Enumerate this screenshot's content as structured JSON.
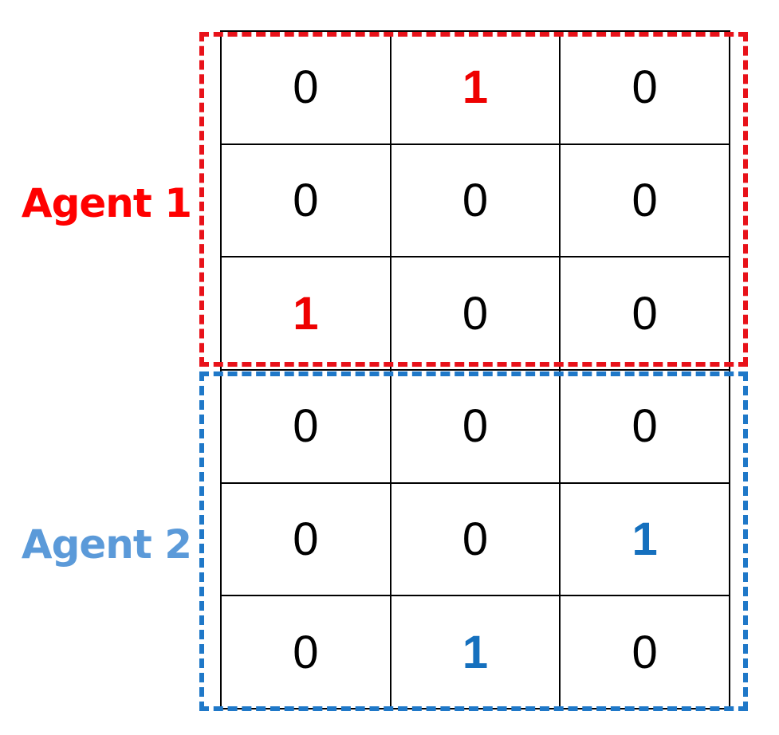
{
  "agents": [
    {
      "label": "Agent 1",
      "color": "#ff0000",
      "border_color": "#e8121a"
    },
    {
      "label": "Agent 2",
      "color": "#5b9ad9",
      "border_color": "#1f78c8"
    }
  ],
  "grid": {
    "rows": [
      [
        "0",
        "1",
        "0"
      ],
      [
        "0",
        "0",
        "0"
      ],
      [
        "1",
        "0",
        "0"
      ],
      [
        "0",
        "0",
        "0"
      ],
      [
        "0",
        "0",
        "1"
      ],
      [
        "0",
        "1",
        "0"
      ]
    ],
    "highlight_colors": {
      "agent1": "#ee0000",
      "agent2": "#1570be"
    }
  }
}
